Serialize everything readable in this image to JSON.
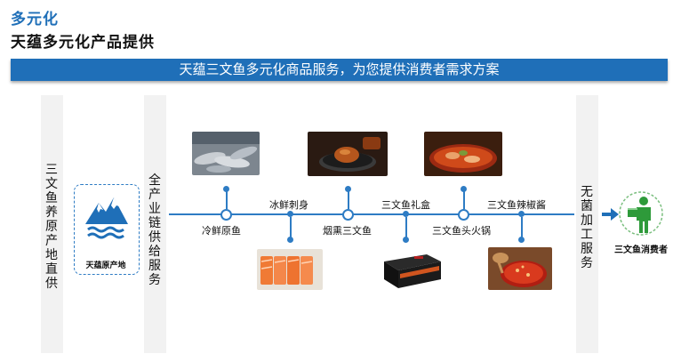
{
  "header": {
    "title_small": "多元化",
    "title_main": "天蕴多元化产品提供",
    "banner": "天蕴三文鱼多元化商品服务，为您提供消费者需求方案"
  },
  "left_pillar": {
    "text": [
      "三",
      "文",
      "鱼",
      "养",
      "原",
      "产",
      "地",
      "直",
      "供"
    ]
  },
  "origin_card": {
    "label": "天蕴原产地"
  },
  "supply_pillar": {
    "text": [
      "全",
      "产",
      "业",
      "链",
      "供",
      "给",
      "服",
      "务"
    ]
  },
  "right_pillar": {
    "text": [
      "无",
      "菌",
      "加",
      "工",
      "服",
      "务"
    ]
  },
  "consumer": {
    "label": "三文鱼消费者"
  },
  "products": {
    "fresh": "冷鲜原鱼",
    "sashimi": "冰鲜刺身",
    "smoked": "烟熏三文鱼",
    "gift": "三文鱼礼盒",
    "hotpot": "三文鱼头火锅",
    "sauce": "三文鱼辣椒酱"
  },
  "colors": {
    "primary": "#1f6fb8",
    "line": "#2e7cc4",
    "consumer": "#2e9a3a"
  }
}
